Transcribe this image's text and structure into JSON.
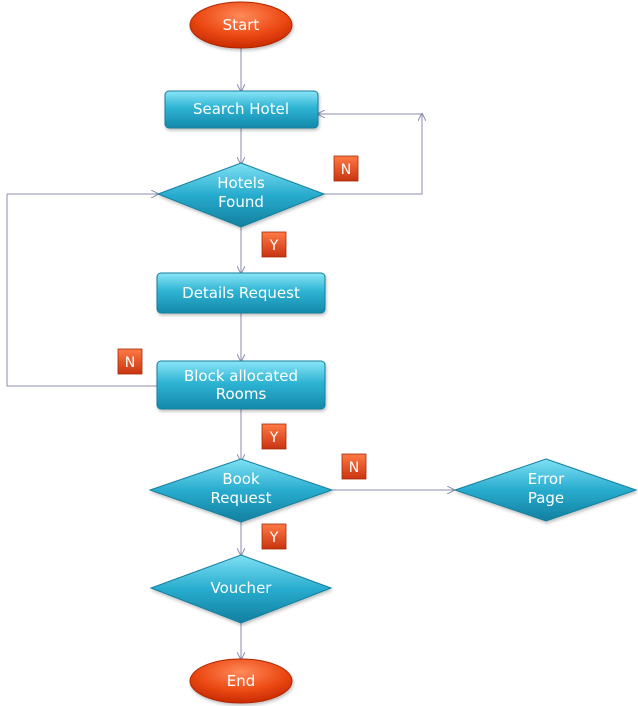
{
  "colors": {
    "terminal": "#e63a0c",
    "terminal_light": "#ff7a45",
    "process": "#1fa4c6",
    "process_light": "#7ee0f5",
    "decision": "#1fa0c2",
    "decision_light": "#7fe0f4",
    "badge": "#e0421a",
    "connector": "#8a8cae",
    "text": "#ffffff"
  },
  "nodes": {
    "start": {
      "label": "Start"
    },
    "search_hotel": {
      "label": "Search Hotel"
    },
    "hotels_found": {
      "line1": "Hotels",
      "line2": "Found"
    },
    "details_request": {
      "label": "Details Request"
    },
    "block_rooms": {
      "line1": "Block allocated",
      "line2": "Rooms"
    },
    "book_request": {
      "line1": "Book",
      "line2": "Request"
    },
    "error_page": {
      "line1": "Error",
      "line2": "Page"
    },
    "voucher": {
      "label": "Voucher"
    },
    "end": {
      "label": "End"
    }
  },
  "badges": {
    "hotels_no": "N",
    "hotels_yes": "Y",
    "block_no": "N",
    "block_yes": "Y",
    "book_no": "N",
    "book_yes": "Y"
  }
}
